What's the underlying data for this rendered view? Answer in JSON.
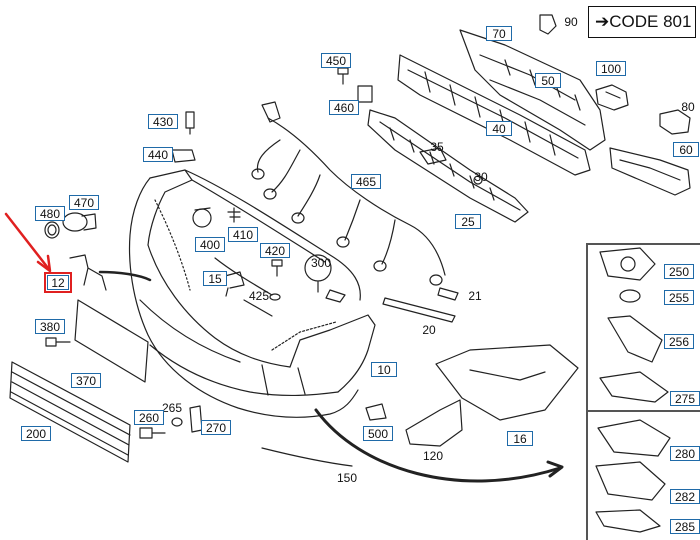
{
  "code_box": {
    "text": "➔CODE 801"
  },
  "labels": {
    "p90": "90",
    "p70": "70",
    "p50": "50",
    "p100": "100",
    "p80": "80",
    "p450": "450",
    "p460": "460",
    "p430": "430",
    "p440": "440",
    "p35": "35",
    "p40": "40",
    "p30": "30",
    "p60": "60",
    "p465": "465",
    "p470": "470",
    "p480": "480",
    "p25": "25",
    "p400": "400",
    "p410": "410",
    "p420": "420",
    "p300": "300",
    "p12": "12",
    "p15": "15",
    "p425": "425",
    "p21": "21",
    "p250": "250",
    "p255": "255",
    "p20": "20",
    "p380": "380",
    "p256": "256",
    "p370": "370",
    "p10": "10",
    "p275": "275",
    "p265": "265",
    "p260": "260",
    "p270": "270",
    "p500": "500",
    "p200": "200",
    "p16": "16",
    "p120": "120",
    "p280": "280",
    "p150": "150",
    "p282": "282",
    "p285": "285"
  },
  "colors": {
    "label_border": "#1f6aa8",
    "highlight": "#e02020",
    "line": "#222222"
  }
}
